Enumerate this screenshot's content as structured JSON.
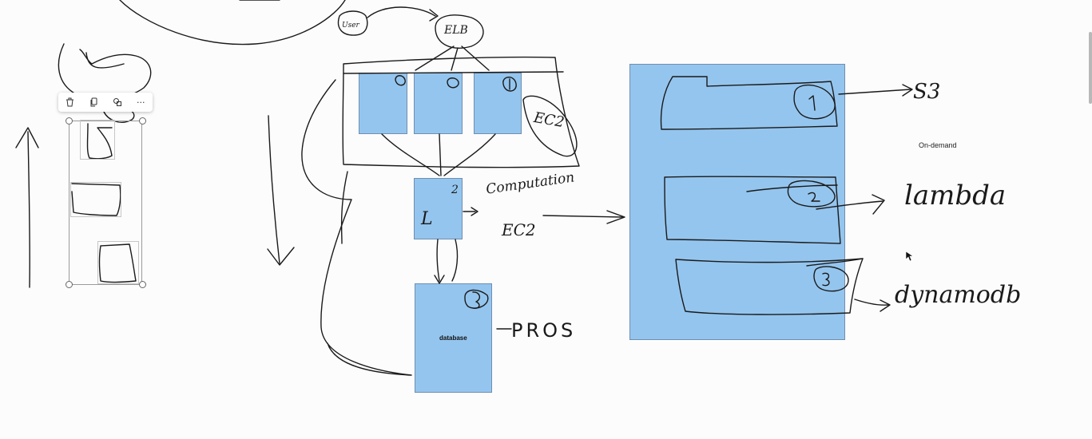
{
  "whiteboard": {
    "toolbar": {
      "delete_icon": "trash-icon",
      "duplicate_icon": "copy-icon",
      "shapes_icon": "shapes-icon",
      "more_label": "···"
    },
    "labels": {
      "database": "database",
      "on_demand": "On-demand"
    },
    "handwritten": {
      "user": "User",
      "elb": "ELB",
      "ec2": "EC2",
      "computation": "Computation",
      "ec2_short": "EC2",
      "pros": "PROS",
      "s3": "S3",
      "lambda": "lambda",
      "dynamodb": "dynamodb",
      "lambda_box": "L",
      "numbers": [
        "0",
        "0",
        "1",
        "2",
        "3",
        "1",
        "2",
        "3"
      ]
    },
    "colors": {
      "box_fill": "#94c5ee",
      "ink": "#1a1a1a",
      "background": "#fcfcfc"
    }
  }
}
